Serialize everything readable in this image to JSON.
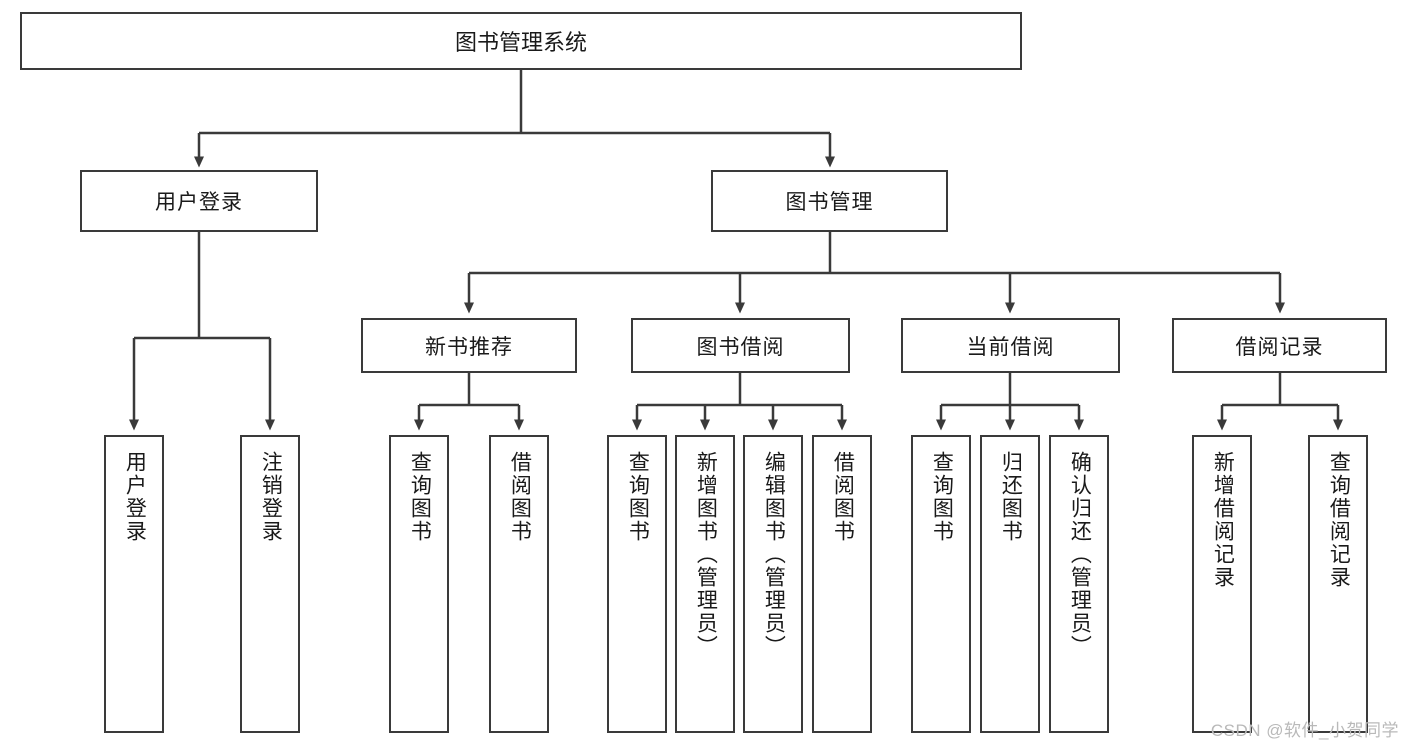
{
  "diagram": {
    "type": "tree",
    "title": "图书管理系统",
    "watermark": "CSDN @软件_小贺同学",
    "colors": {
      "border": "#3a3a3a",
      "text": "#1a1a1a",
      "background": "#ffffff",
      "watermark": "#b9b9b9"
    },
    "root": {
      "label": "图书管理系统"
    },
    "level2": [
      {
        "label": "用户登录"
      },
      {
        "label": "图书管理"
      }
    ],
    "level3": [
      {
        "label": "新书推荐"
      },
      {
        "label": "图书借阅"
      },
      {
        "label": "当前借阅"
      },
      {
        "label": "借阅记录"
      }
    ],
    "leaves": [
      {
        "label": "用户登录",
        "parent": "用户登录"
      },
      {
        "label": "注销登录",
        "parent": "用户登录"
      },
      {
        "label": "查询图书",
        "parent": "新书推荐"
      },
      {
        "label": "借阅图书",
        "parent": "新书推荐"
      },
      {
        "label": "查询图书",
        "parent": "图书借阅"
      },
      {
        "label": "新增图书（管理员）",
        "parent": "图书借阅"
      },
      {
        "label": "编辑图书（管理员）",
        "parent": "图书借阅"
      },
      {
        "label": "借阅图书",
        "parent": "图书借阅"
      },
      {
        "label": "查询图书",
        "parent": "当前借阅"
      },
      {
        "label": "归还图书",
        "parent": "当前借阅"
      },
      {
        "label": "确认归还（管理员）",
        "parent": "当前借阅"
      },
      {
        "label": "新增借阅记录",
        "parent": "借阅记录"
      },
      {
        "label": "查询借阅记录",
        "parent": "借阅记录"
      }
    ]
  }
}
